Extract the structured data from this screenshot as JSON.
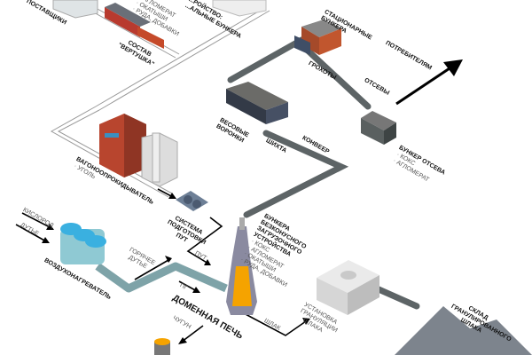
{
  "labels": {
    "suppliers": "ПОСТАВЩИКИ",
    "train_cargo": [
      "АГЛОМЕРАТ",
      "ОКАТЫШИ",
      "РУДА, ДОБАВКИ"
    ],
    "train": "СОСТАВ \"ВЕРТУШКА\"",
    "storage_line1": "...РОЙСТВО:",
    "storage_line2": "...АЛЬНЫЕ БУНКЕРА",
    "stationary_bunkers": "СТАЦИОНАРНЫЕ БУНКЕРА",
    "screens": "ГРОХОТЫ",
    "consumers": "ПОТРЕБИТЕЛЯМ",
    "screenings": "ОТСЕВЫ",
    "weigh_hoppers": "ВЕСОВЫЕ ВОРОНКИ",
    "charge": "ШИХТА",
    "conveyor": "КОНВЕЕР",
    "screenings_bunker": "БУНКЕР ОТСЕВА",
    "screenings_bunker_items": [
      "КОКС",
      "АГЛОМЕРАТ"
    ],
    "car_dumper": "ВАГОНООПРОКИДЫВАТЕЛЬ",
    "car_dumper_items": [
      "УГОЛЬ"
    ],
    "pci_system": "СИСТЕМА ПОДГОТОВКИ ПУТ",
    "oxygen": "КИСЛОРОД",
    "blast": "ДУТЬЕ",
    "air_heater": "ВОЗДУХОНАГРЕВАТЕЛЬ",
    "hot_blast": "ГОРЯЧЕЕ ДУТЬЕ",
    "pci": "ПУТ",
    "natural_gas": "ПГ",
    "blast_furnace": "ДОМЕННАЯ ПЕЧЬ",
    "pig_iron": "ЧУГУН",
    "bell_less_bunkers": "БУНКЕРА БЕЗКОНУСНОГО ЗАГРУЗОЧНОГО УСТРОЙСТВА",
    "bell_less_items": [
      "КОКС",
      "АГЛОМЕРАТ",
      "ОКАТЫШИ",
      "РУДА, ДОБАВКИ"
    ],
    "slag": "ШЛАК",
    "granulation": "УСТАНОВКА ГРАНУЛЯЦИИ ШЛАКА",
    "slag_storage": "СКЛАД ГРАНУЛИРОВАННОГО ШЛАКА"
  },
  "colors": {
    "furnace_glow": "#f5a300",
    "heater": "#5fc4dc",
    "brick": "#b8452e",
    "conveyor": "#5d6466"
  }
}
